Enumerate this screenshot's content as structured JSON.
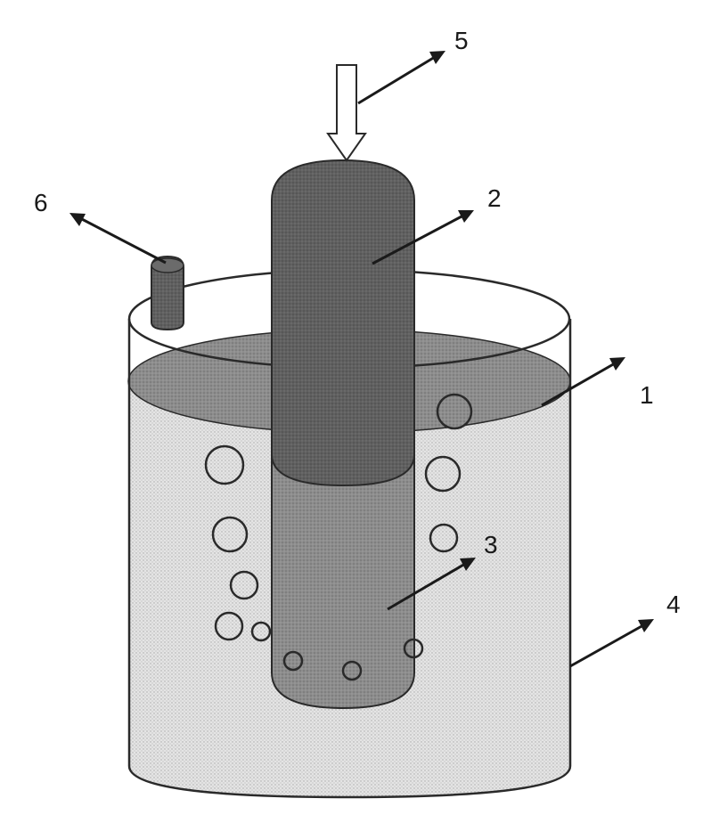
{
  "figure": {
    "callouts": [
      {
        "id": "1",
        "label": "1"
      },
      {
        "id": "2",
        "label": "2"
      },
      {
        "id": "3",
        "label": "3"
      },
      {
        "id": "4",
        "label": "4"
      },
      {
        "id": "5",
        "label": "5"
      },
      {
        "id": "6",
        "label": "6"
      }
    ],
    "colors": {
      "liquid": "#d9d9d9",
      "liquid_surface": "#9c9c9c",
      "electrode": "#5f5f5f",
      "electrode_dark": "#4a4a4a",
      "inner_tube": "#8a8a8a",
      "outline": "#2a2a2a",
      "bubble": "#ffffff"
    },
    "icons": [
      "electrode",
      "vessel",
      "gas-bubble",
      "inlet-arrow",
      "side-port"
    ]
  }
}
